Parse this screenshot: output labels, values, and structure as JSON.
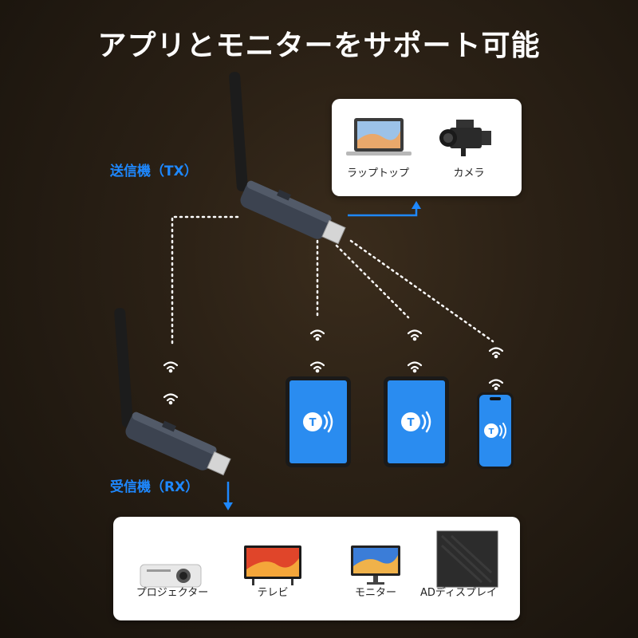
{
  "title": "アプリとモニターをサポート可能",
  "transmitter": {
    "label": "送信機（TX）"
  },
  "receiver": {
    "label": "受信機（RX）"
  },
  "source_devices": [
    {
      "label": "ラップトップ",
      "icon": "laptop-icon"
    },
    {
      "label": "カメラ",
      "icon": "camera-icon"
    }
  ],
  "display_devices": [
    {
      "label": "プロジェクター",
      "icon": "projector-icon"
    },
    {
      "label": "テレビ",
      "icon": "tv-icon"
    },
    {
      "label": "モニター",
      "icon": "monitor-icon"
    },
    {
      "label": "ADディスプレイ",
      "icon": "ad-display-icon"
    }
  ],
  "client_devices": [
    {
      "icon": "tablet-icon",
      "app_badge": "T"
    },
    {
      "icon": "tablet-icon",
      "app_badge": "T"
    },
    {
      "icon": "phone-icon",
      "app_badge": "T"
    }
  ],
  "colors": {
    "accent": "#1e88ff",
    "background": "#2a2015",
    "card": "#ffffff",
    "app_screen": "#2a8cf0"
  }
}
